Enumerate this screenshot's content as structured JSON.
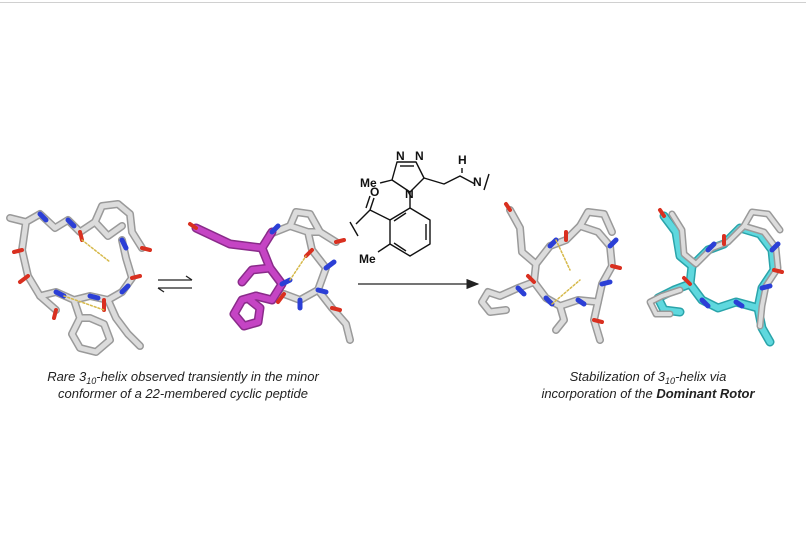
{
  "captions": {
    "left_line1_pre": "Rare 3",
    "left_line1_sub": "10",
    "left_line1_post": "-helix observed transiently in the minor",
    "left_line2": "conformer of a 22-membered cyclic peptide",
    "right_line1_pre": "Stabilization of 3",
    "right_line1_sub": "10",
    "right_line1_post": "-helix via",
    "right_line2_pre": "incorporation of the ",
    "right_line2_bold": "Dominant Rotor"
  },
  "chemical": {
    "atom_n1": "N",
    "atom_n2": "N",
    "atom_n3": "N",
    "atom_n4": "N",
    "atom_h": "H",
    "label_me_top": "Me",
    "label_me_bottom": "Me",
    "atom_o": "O"
  },
  "colors": {
    "carbon": "#d6d6d6",
    "carbon_edge": "#9a9a9a",
    "nitrogen": "#2b3fd6",
    "oxygen": "#d93020",
    "hbond": "#d6b94a",
    "minor_conformer": "#c544c4",
    "dominant_rotor": "#5fd8de"
  },
  "symbols": {
    "equilibrium": "equilibrium-arrows",
    "reaction": "right-arrow"
  }
}
